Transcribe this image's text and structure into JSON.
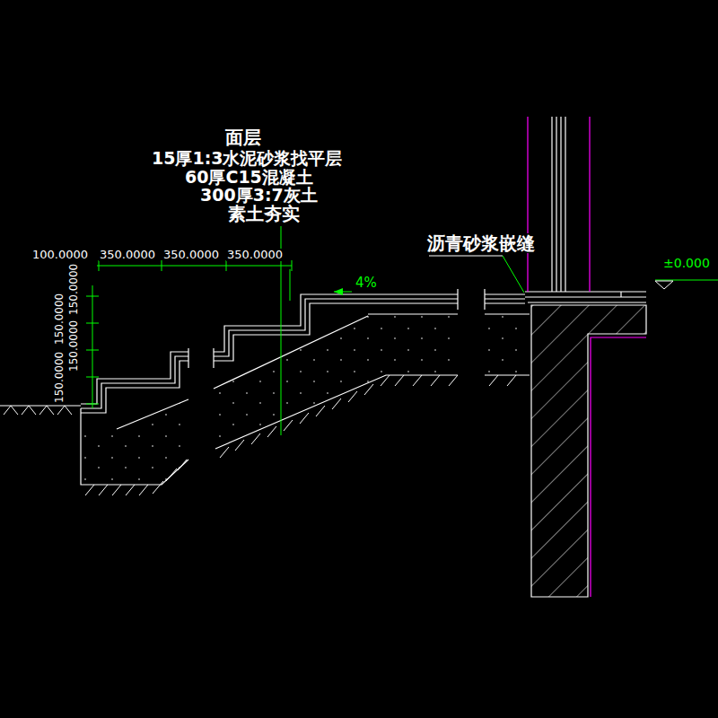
{
  "diagram": {
    "labels": [
      "面层",
      "15厚1:3水泥砂浆找平层",
      "60厚C15混凝土",
      "300厚3:7灰土",
      "素土夯实",
      "100.0000",
      "350.0000",
      "350.0000",
      "350.0000",
      "沥青砂浆嵌缝",
      "4%",
      "±0.000",
      "150.0000",
      "150.0000",
      "150.0000",
      "150.0000"
    ]
  }
}
